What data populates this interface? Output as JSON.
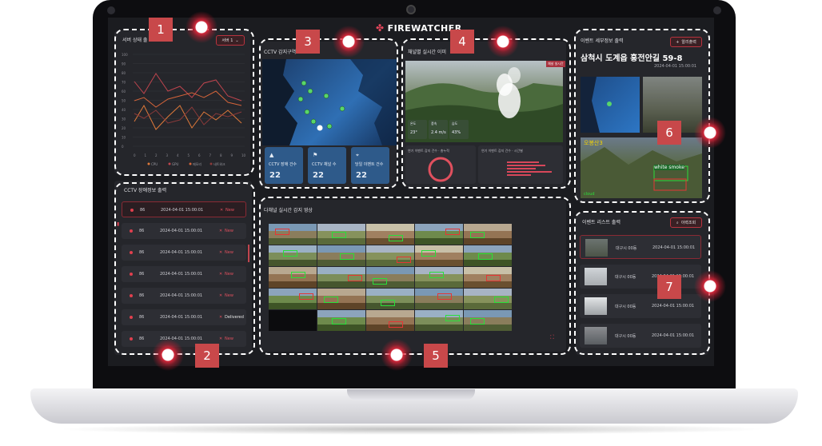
{
  "app": {
    "brand": "FIREWATCHER"
  },
  "panel1": {
    "title": "서버 상태 출",
    "dropdown_label": "서버 1",
    "legend": [
      "CPU",
      "GPU",
      "메모리",
      "네트워크"
    ],
    "y_ticks": [
      "100",
      "90",
      "80",
      "70",
      "60",
      "50",
      "40",
      "30",
      "20",
      "10",
      "0"
    ],
    "x_ticks": [
      "0",
      "1",
      "2",
      "3",
      "4",
      "5",
      "6",
      "7",
      "8",
      "9",
      "10"
    ],
    "colors": {
      "cpu": "#e07a3a",
      "gpu": "#c0454e",
      "mem": "#d4643a",
      "net": "#8a3a3a"
    }
  },
  "panel2": {
    "title": "CCTV 장애정보 출력",
    "rows": [
      {
        "id": "86",
        "time": "2024-04-01 15:00:01",
        "status": "New",
        "highlight": true
      },
      {
        "id": "86",
        "time": "2024-04-01 15:00:01",
        "status": "New",
        "highlight": false
      },
      {
        "id": "86",
        "time": "2024-04-01 15:00:01",
        "status": "New",
        "highlight": false
      },
      {
        "id": "86",
        "time": "2024-04-01 15:00:01",
        "status": "New",
        "highlight": false
      },
      {
        "id": "86",
        "time": "2024-04-01 15:00:01",
        "status": "New",
        "highlight": false
      },
      {
        "id": "86",
        "time": "2024-04-01 15:00:01",
        "status": "Delivered",
        "highlight": false
      },
      {
        "id": "86",
        "time": "2024-04-01 15:00:01",
        "status": "New",
        "highlight": false
      }
    ]
  },
  "panel3": {
    "title": "CCTV 감지구역",
    "stats": [
      {
        "label": "CCTV 장애 건수",
        "value": "22",
        "icon": "warning-icon"
      },
      {
        "label": "CCTV 채널 수",
        "value": "22",
        "icon": "flag-icon"
      },
      {
        "label": "당일 이벤트 건수",
        "value": "22",
        "icon": "pin-icon"
      }
    ]
  },
  "panel4": {
    "title": "채널별 실시간 이미",
    "tag": "채널 실시간",
    "weather": [
      {
        "label": "온도",
        "value": "23°"
      },
      {
        "label": "풍속",
        "value": "2.4 m/s"
      },
      {
        "label": "습도",
        "value": "43%"
      }
    ],
    "donut_title": "연기 이벤트 감지 건수 · 총누적",
    "bar_title": "연기 이벤트 감지 건수 · 시간별"
  },
  "panel5": {
    "title": "다채널 실시간 감지 영상"
  },
  "panel6": {
    "title": "이벤트 세부정보 출력",
    "button_label": "알리출력",
    "location": "삼척시 도계읍 흥전안길 59-8",
    "time": "2024-04-01 15:00:01",
    "overlay_label": "오봉산3",
    "smoke_label": "white smoke",
    "cloud_label": "cloud"
  },
  "panel7": {
    "title": "이벤트 리스트 출력",
    "button_label": "이력조회",
    "rows": [
      {
        "place": "대구시 00동",
        "time": "2024-04-01 15:00:01",
        "highlight": true
      },
      {
        "place": "대구시 00동",
        "time": "2024-04-01 15:00:01",
        "highlight": false
      },
      {
        "place": "대구시 00동",
        "time": "2024-04-01 15:00:01",
        "highlight": false
      },
      {
        "place": "대구시 00동",
        "time": "2024-04-01 15:00:01",
        "highlight": false
      }
    ]
  },
  "callouts": [
    "1",
    "2",
    "3",
    "4",
    "5",
    "6",
    "7"
  ]
}
